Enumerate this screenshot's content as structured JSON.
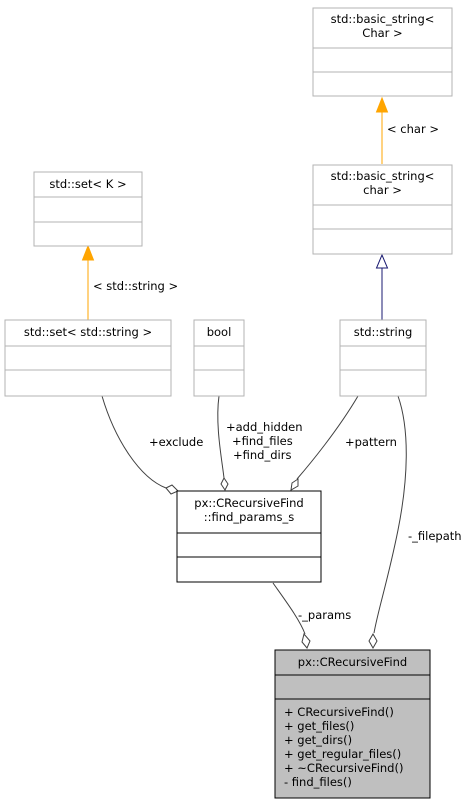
{
  "nodes": {
    "basic_string_Char": {
      "lines": [
        "std::basic_string<",
        "Char >"
      ]
    },
    "basic_string_char": {
      "lines": [
        "std::basic_string<",
        "char >"
      ]
    },
    "set_K": {
      "lines": [
        "std::set< K >"
      ]
    },
    "set_string": {
      "lines": [
        "std::set< std::string >"
      ]
    },
    "bool": {
      "lines": [
        "bool"
      ]
    },
    "std_string": {
      "lines": [
        "std::string"
      ]
    },
    "find_params": {
      "lines": [
        "px::CRecursiveFind",
        "::find_params_s"
      ]
    },
    "crecursive": {
      "title": "px::CRecursiveFind",
      "methods": [
        "+ CRecursiveFind()",
        "+ get_files()",
        "+ get_dirs()",
        "+ get_regular_files()",
        "+ ~CRecursiveFind()",
        "- find_files()"
      ]
    }
  },
  "edge_labels": {
    "char_template": "< char >",
    "string_template": "< std::string >",
    "exclude": "+exclude",
    "bool_members": [
      "+add_hidden",
      "+find_files",
      "+find_dirs"
    ],
    "pattern": "+pattern",
    "filepath": "-_filepath",
    "params": "-_params"
  },
  "colors": {
    "template_arrow": "#ffa500",
    "inheritance_arrow": "#191970",
    "association": "#404040",
    "main_fill": "#bfbfbf"
  }
}
